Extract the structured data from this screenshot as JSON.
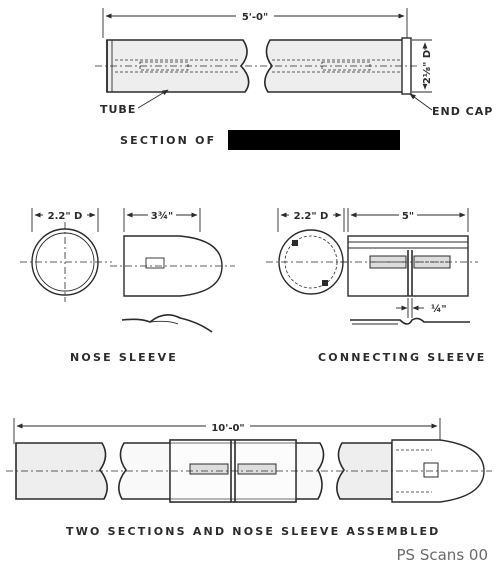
{
  "section_of": {
    "caption": "SECTION OF",
    "redaction_color": "#000000",
    "length_dim": "5'-0\"",
    "diameter_dim": "2⅛\" D",
    "tube_label": "TUBE",
    "end_cap_label": "END CAP"
  },
  "nose_sleeve": {
    "caption": "NOSE SLEEVE",
    "diameter_dim": "2.2\" D",
    "length_dim": "3¾\""
  },
  "connecting_sleeve": {
    "caption": "CONNECTING SLEEVE",
    "diameter_dim": "2.2\" D",
    "length_dim": "5\"",
    "gap_dim": "¼\""
  },
  "assembled": {
    "caption": "TWO SECTIONS AND NOSE SLEEVE ASSEMBLED",
    "length_dim": "10'-0\""
  },
  "watermark": "PS Scans 00"
}
